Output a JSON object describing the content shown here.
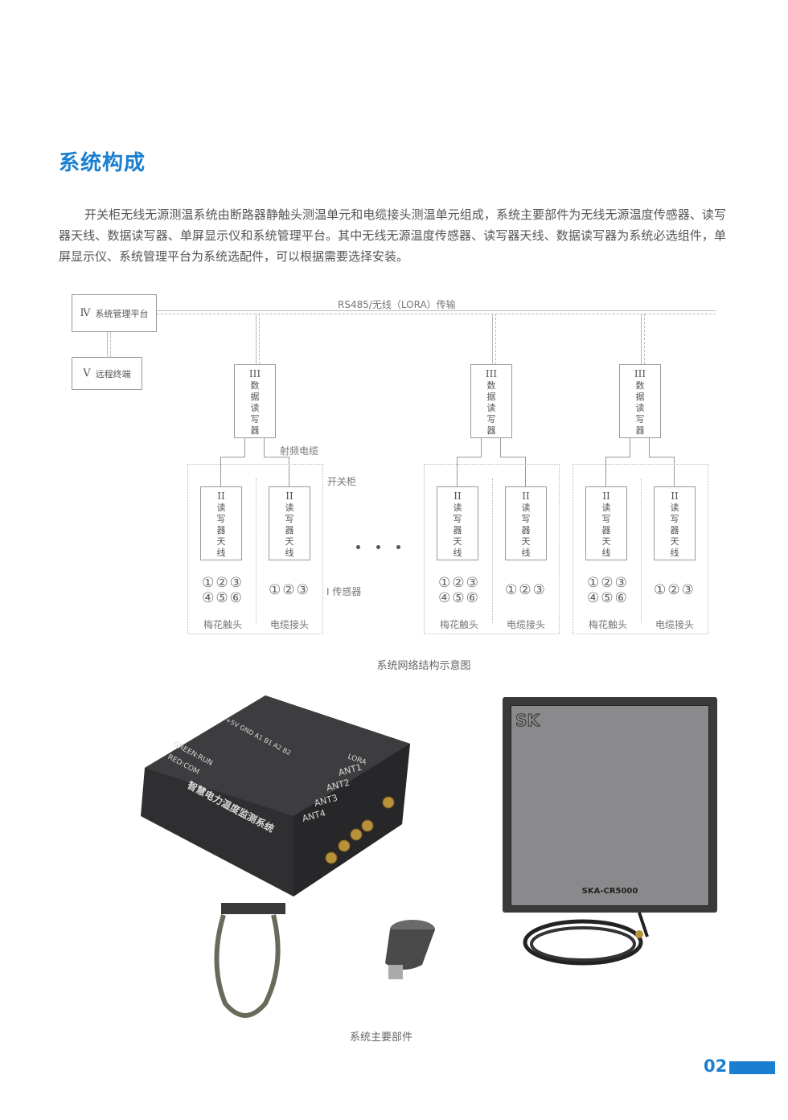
{
  "title": "系统构成",
  "intro": "开关柜无线无源测温系统由断路器静触头测温单元和电缆接头测温单元组成，系统主要部件为无线无源温度传感器、读写器天线、数据读写器、单屏显示仪和系统管理平台。其中无线无源温度传感器、读写器天线、数据读写器为系统必选组件，单屏显示仪、系统管理平台为系统选配件，可以根据需要选择安装。",
  "diagram": {
    "platform": {
      "roman": "Ⅳ",
      "label": "系统管理平台"
    },
    "terminal": {
      "roman": "Ⅴ",
      "label": "远程终端"
    },
    "bus_label": "RS485/无线（LORA）传输",
    "reader": {
      "roman": "III",
      "label": "数据读写器"
    },
    "antenna": {
      "roman": "II",
      "label": "读写器天线"
    },
    "rf_cable": "射频电缆",
    "cabinet": "开关柜",
    "sensor": "I 传感器",
    "circles_row1": "①②③",
    "circles_row2": "④⑤⑥",
    "contact_label": "梅花触头",
    "cable_label": "电缆接头",
    "caption": "系统网络结构示意图"
  },
  "device": {
    "name": "智慧电力温度监测系统",
    "lora": "LORA",
    "ants": [
      "ANT1",
      "ANT2",
      "ANT3",
      "ANT4"
    ],
    "led1": "GREEN:RUN",
    "led2": "RED:COM",
    "pins": "+5V GND A1 B1 A2 B2"
  },
  "antenna_panel": {
    "logo": "SK",
    "model": "SKA-CR5000"
  },
  "photo_caption": "系统主要部件",
  "page_number": "02",
  "colors": {
    "accent": "#1a7fd0"
  }
}
